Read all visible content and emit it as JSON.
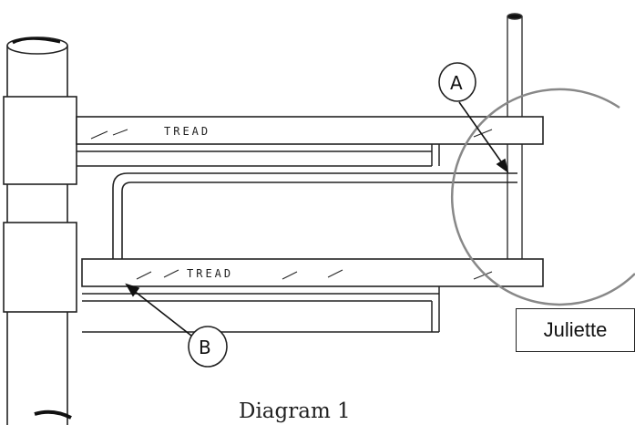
{
  "diagram": {
    "tread_upper": "TREAD",
    "tread_lower": "TREAD",
    "callout_a": "A",
    "callout_b": "B",
    "juliette_label": "Juliette",
    "caption": "Diagram 1"
  }
}
